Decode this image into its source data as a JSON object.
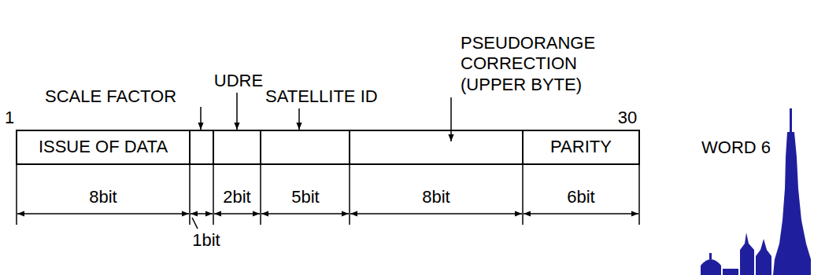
{
  "diagram": {
    "nodes": [
      {
        "text": [
          "ISSUE OF DATA"
        ]
      },
      {
        "text": [
          "SCALE FACTOR"
        ]
      },
      {
        "text": [
          "UDRE"
        ]
      },
      {
        "text": [
          "SATELLITE ID"
        ]
      },
      {
        "text": [
          "PSEUDORANGE CORRECTION (UPPER BYTE)"
        ]
      },
      {
        "text": [
          "PARITY"
        ]
      }
    ],
    "labels": [
      "1",
      "30",
      "8bit",
      "1bit",
      "2bit",
      "5bit",
      "8bit",
      "6bit",
      "WORD 6"
    ]
  }
}
